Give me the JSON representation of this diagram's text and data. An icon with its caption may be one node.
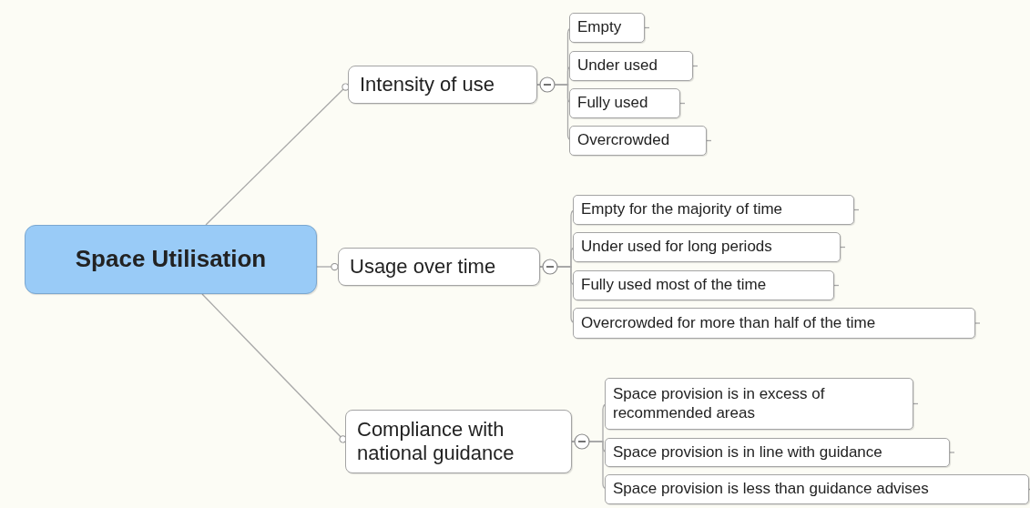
{
  "diagram": {
    "nodes": [
      {
        "text": [
          "Space Utilisation"
        ]
      },
      {
        "text": [
          "Intensity of use"
        ]
      },
      {
        "text": [
          "Empty"
        ]
      },
      {
        "text": [
          "Under used"
        ]
      },
      {
        "text": [
          "Fully used"
        ]
      },
      {
        "text": [
          "Overcrowded"
        ]
      },
      {
        "text": [
          "Usage over time"
        ]
      },
      {
        "text": [
          "Empty for the majority of time"
        ]
      },
      {
        "text": [
          "Under used for long periods"
        ]
      },
      {
        "text": [
          "Fully used most of the time"
        ]
      },
      {
        "text": [
          "Overcrowded for more than half of the time"
        ]
      },
      {
        "text": [
          "Compliance with national guidance"
        ]
      },
      {
        "text": [
          "Space provision is in excess of recommended areas"
        ]
      },
      {
        "text": [
          "Space provision is in line with guidance"
        ]
      },
      {
        "text": [
          "Space provision is less than guidance advises"
        ]
      }
    ],
    "edges": [
      {
        "from": 0,
        "to": 1,
        "arrow": "other"
      },
      {
        "from": 1,
        "to": 2,
        "arrow": "none"
      },
      {
        "from": 1,
        "to": 3,
        "arrow": "none"
      },
      {
        "from": 1,
        "to": 4,
        "arrow": "none"
      },
      {
        "from": 1,
        "to": 5,
        "arrow": "none"
      },
      {
        "from": 0,
        "to": 6,
        "arrow": "other"
      },
      {
        "from": 6,
        "to": 7,
        "arrow": "none"
      },
      {
        "from": 6,
        "to": 8,
        "arrow": "none"
      },
      {
        "from": 6,
        "to": 9,
        "arrow": "none"
      },
      {
        "from": 6,
        "to": 10,
        "arrow": "none"
      },
      {
        "from": 0,
        "to": 11,
        "arrow": "other"
      },
      {
        "from": 11,
        "to": 12,
        "arrow": "none"
      },
      {
        "from": 11,
        "to": 13,
        "arrow": "none"
      },
      {
        "from": 11,
        "to": 14,
        "arrow": "none"
      }
    ]
  }
}
